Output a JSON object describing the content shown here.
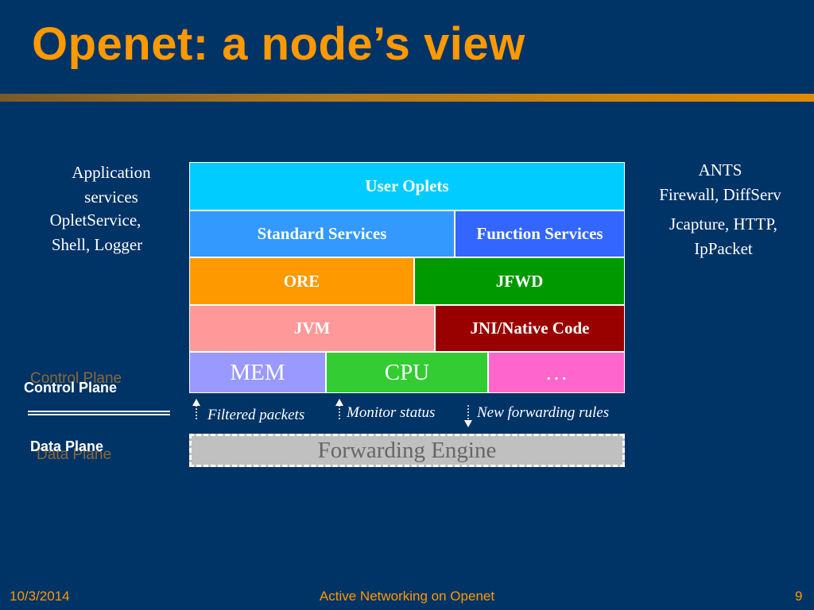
{
  "slide": {
    "title": "Openet: a node’s view",
    "left_labels": {
      "line1": "Application",
      "line2": "services",
      "line3": "OpletService,",
      "line4": "Shell, Logger"
    },
    "right_labels": {
      "line1": "ANTS",
      "line2": "Firewall, DiffServ",
      "line3": "Jcapture, HTTP,",
      "line4": "IpPacket"
    },
    "stack": {
      "user_oplets": "User Oplets",
      "standard_services": "Standard Services",
      "function_services": "Function Services",
      "ore": "ORE",
      "jfwd": "JFWD",
      "jvm": "JVM",
      "jni": "JNI/Native Code",
      "mem": "MEM",
      "cpu": "CPU",
      "ellipsis": "…"
    },
    "planes": {
      "control_ghost": "Control Plane",
      "control": "Control Plane",
      "data_ghost": "Data Plane",
      "data": "Data Plane"
    },
    "annotations": {
      "filtered": "Filtered packets",
      "monitor": "Monitor status",
      "new_rules": "New forwarding rules"
    },
    "forwarding_engine": "Forwarding Engine",
    "footer": {
      "date": "10/3/2014",
      "center": "Active Networking on Openet",
      "page": "9"
    },
    "colors": {
      "background": "#003366",
      "title": "#ff9900",
      "user_oplets": "#00ccff",
      "standard_services": "#3399ff",
      "function_services": "#3366ff",
      "ore": "#ff9900",
      "jfwd": "#009900",
      "jvm": "#ff9999",
      "jni": "#990000",
      "mem": "#9999ff",
      "cpu": "#33cc33",
      "ellipsis": "#ff66cc",
      "forwarding_engine": "#c0c0c0"
    }
  }
}
